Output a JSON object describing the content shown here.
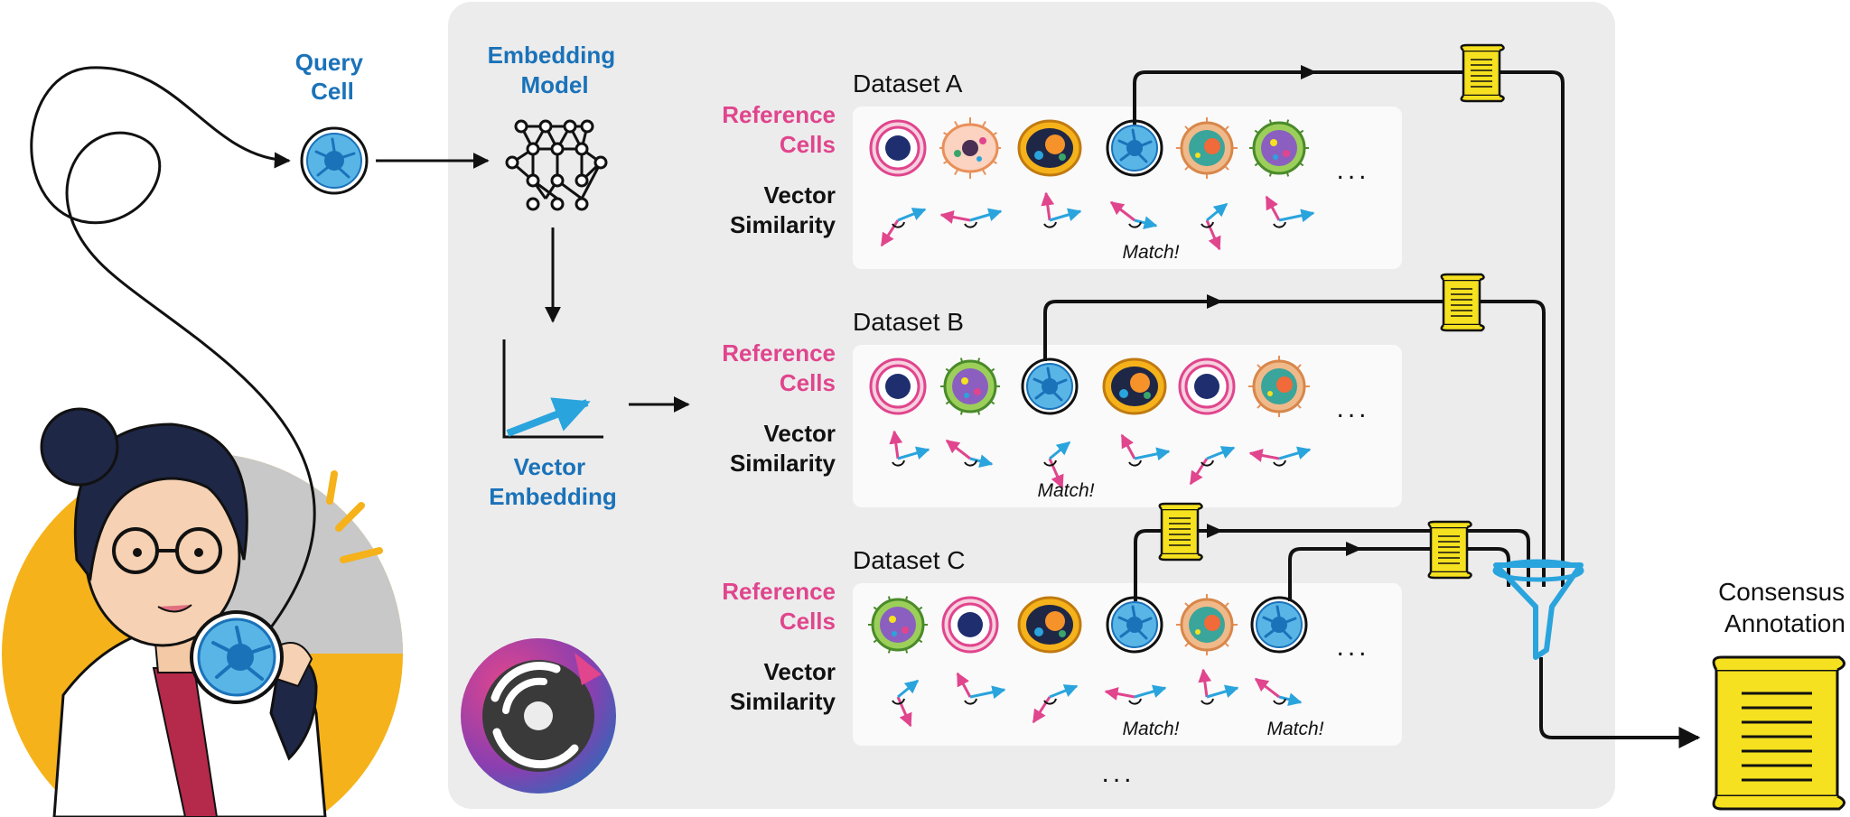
{
  "labels": {
    "query_cell": [
      "Query",
      "Cell"
    ],
    "embedding_model": [
      "Embedding",
      "Model"
    ],
    "vector_embedding": [
      "Vector",
      "Embedding"
    ],
    "reference_cells": [
      "Reference",
      "Cells"
    ],
    "vector_similarity": [
      "Vector",
      "Similarity"
    ],
    "consensus": [
      "Consensus",
      "Annotation"
    ],
    "match": "Match!",
    "ellipsis": "..."
  },
  "datasets": [
    {
      "title": "Dataset A",
      "cells": [
        "ring",
        "bacterium",
        "eosinophil",
        "query",
        "neutrophil",
        "green-purple"
      ],
      "matches": [
        3
      ]
    },
    {
      "title": "Dataset B",
      "cells": [
        "ring",
        "green-purple",
        "query",
        "eosinophil",
        "ring",
        "neutrophil"
      ],
      "matches": [
        2
      ]
    },
    {
      "title": "Dataset C",
      "cells": [
        "green-purple",
        "ring",
        "eosinophil",
        "query",
        "neutrophil",
        "query"
      ],
      "matches": [
        3,
        5
      ]
    }
  ],
  "colors": {
    "blue": "#1a72b9",
    "pink": "#e0458d",
    "cyan": "#2aa4dd",
    "panel": "#ececec",
    "card": "#fafafa",
    "scroll": "#f5e11f",
    "orange": "#f5b21a"
  },
  "icons": [
    "query-cell-icon",
    "neural-network-icon",
    "vector-plot-icon",
    "scroll-icon",
    "funnel-icon",
    "logo-icon",
    "scientist-illustration"
  ]
}
